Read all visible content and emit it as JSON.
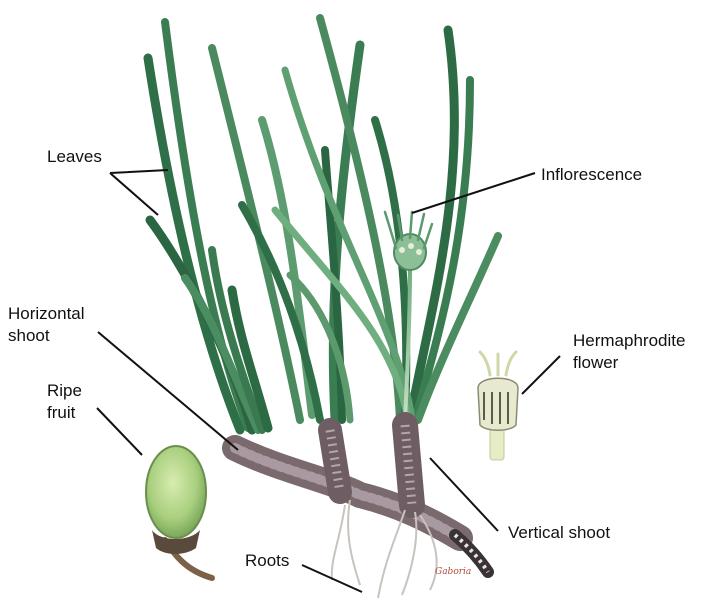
{
  "labels": {
    "leaves": "Leaves",
    "inflorescence": "Inflorescence",
    "horizontal_shoot": [
      "Horizontal",
      "shoot"
    ],
    "hermaphrodite_flower": [
      "Hermaphrodite",
      "flower"
    ],
    "ripe_fruit": [
      "Ripe",
      "fruit"
    ],
    "vertical_shoot": "Vertical shoot",
    "roots": "Roots"
  },
  "artist_signature": "Gaboria",
  "colors": {
    "leaf_dark": "#2f6f47",
    "leaf_light": "#6fae7f",
    "stem": "#8fc39a",
    "rhizome": "#7a6a6e",
    "root": "#c9c3bd",
    "fruit": "#a8d07a",
    "flower": "#e8ead0",
    "leader_line": "#111111"
  }
}
